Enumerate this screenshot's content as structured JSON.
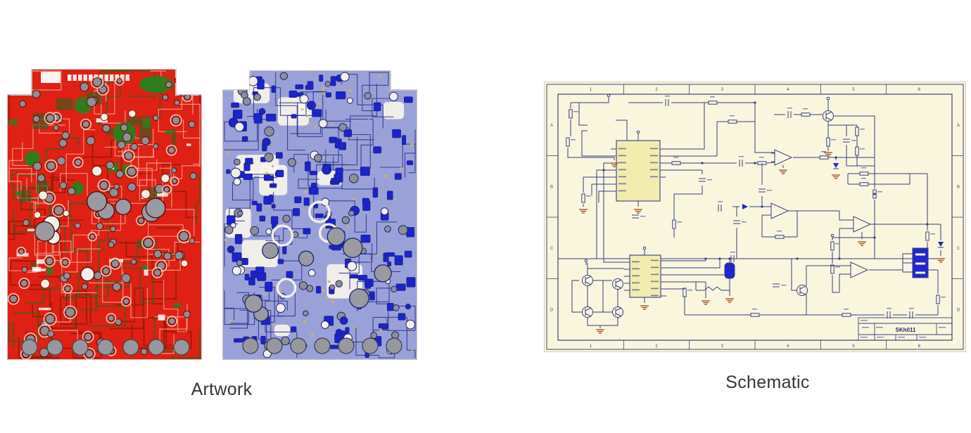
{
  "page": {
    "background": "#ffffff"
  },
  "figures": {
    "artwork": {
      "caption": "Artwork",
      "boards": [
        {
          "name": "top-copper-red",
          "base_color": "#df2014",
          "trace_light": "#f59a8c",
          "trace_dark": "#8f1a06",
          "component_green": "#2f7c1f",
          "dark_olive": "#45591b",
          "pad_gray": "#8e8e96",
          "pad_ring": "#f3c2b2",
          "silk_white": "#ffffff",
          "edge_color": "#c8c8c8"
        },
        {
          "name": "bottom-copper-blue",
          "base_color": "#99a1d8",
          "pad_blue": "#1b23cc",
          "trace_navy": "#2a2f8f",
          "patch_white": "#f7f4ea",
          "pad_gray": "#8e8e96",
          "speckle_tan": "#c9b26b",
          "ring_navy": "#1d2270",
          "edge_color": "#c8c8c8"
        }
      ]
    },
    "schematic": {
      "caption": "Schematic",
      "sheet_color": "#faf6dd",
      "sheet_edge": "#c9c3a0",
      "frame_color": "#39407f",
      "wire_color": "#333c85",
      "ic_fill": "#f2ecae",
      "ground_color": "#a3562f",
      "component_blue": "#2226cc",
      "label_color": "#7b84c4",
      "grid_columns": [
        "1",
        "2",
        "3",
        "4",
        "5",
        "6"
      ],
      "grid_rows": [
        "A",
        "B",
        "C",
        "D"
      ],
      "title_block": {
        "title": "SKh011"
      }
    }
  }
}
